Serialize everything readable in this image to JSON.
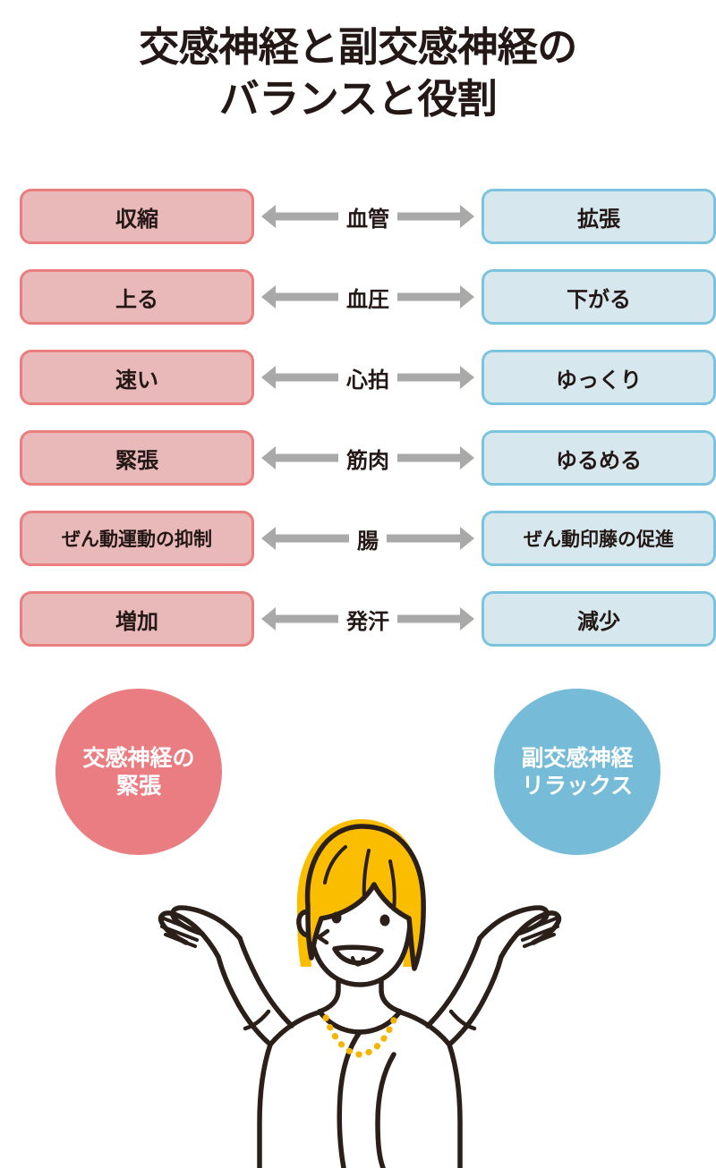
{
  "title": "交感神経と副交感神経の\nバランスと役割",
  "colors": {
    "sympathetic_fill": "#e9b9b9",
    "sympathetic_border": "#ea7d7d",
    "parasympathetic_fill": "#d6e8ee",
    "parasympathetic_border": "#7cc3dd",
    "sympathetic_circle": "#ea7d82",
    "parasympathetic_circle": "#76bcd8",
    "arrow": "#a9a9a9",
    "text": "#231815",
    "hair": "#fbbd00",
    "outline": "#2b1f1a"
  },
  "table": {
    "rows": [
      {
        "left": "収縮",
        "label": "血管",
        "right": "拡張"
      },
      {
        "left": "上る",
        "label": "血圧",
        "right": "下がる"
      },
      {
        "left": "速い",
        "label": "心拍",
        "right": "ゆっくり"
      },
      {
        "left": "緊張",
        "label": "筋肉",
        "right": "ゆるめる"
      },
      {
        "left": "ぜん動運動の抑制",
        "label": "腸",
        "right": "ぜん動印藤の促進"
      },
      {
        "left": "増加",
        "label": "発汗",
        "right": "減少"
      }
    ]
  },
  "circles": {
    "sympathetic": "交感神経の\n緊張",
    "parasympathetic": "副交感神経\nリラックス"
  },
  "illustration": {
    "subject": "woman-shrugging-illustration"
  }
}
